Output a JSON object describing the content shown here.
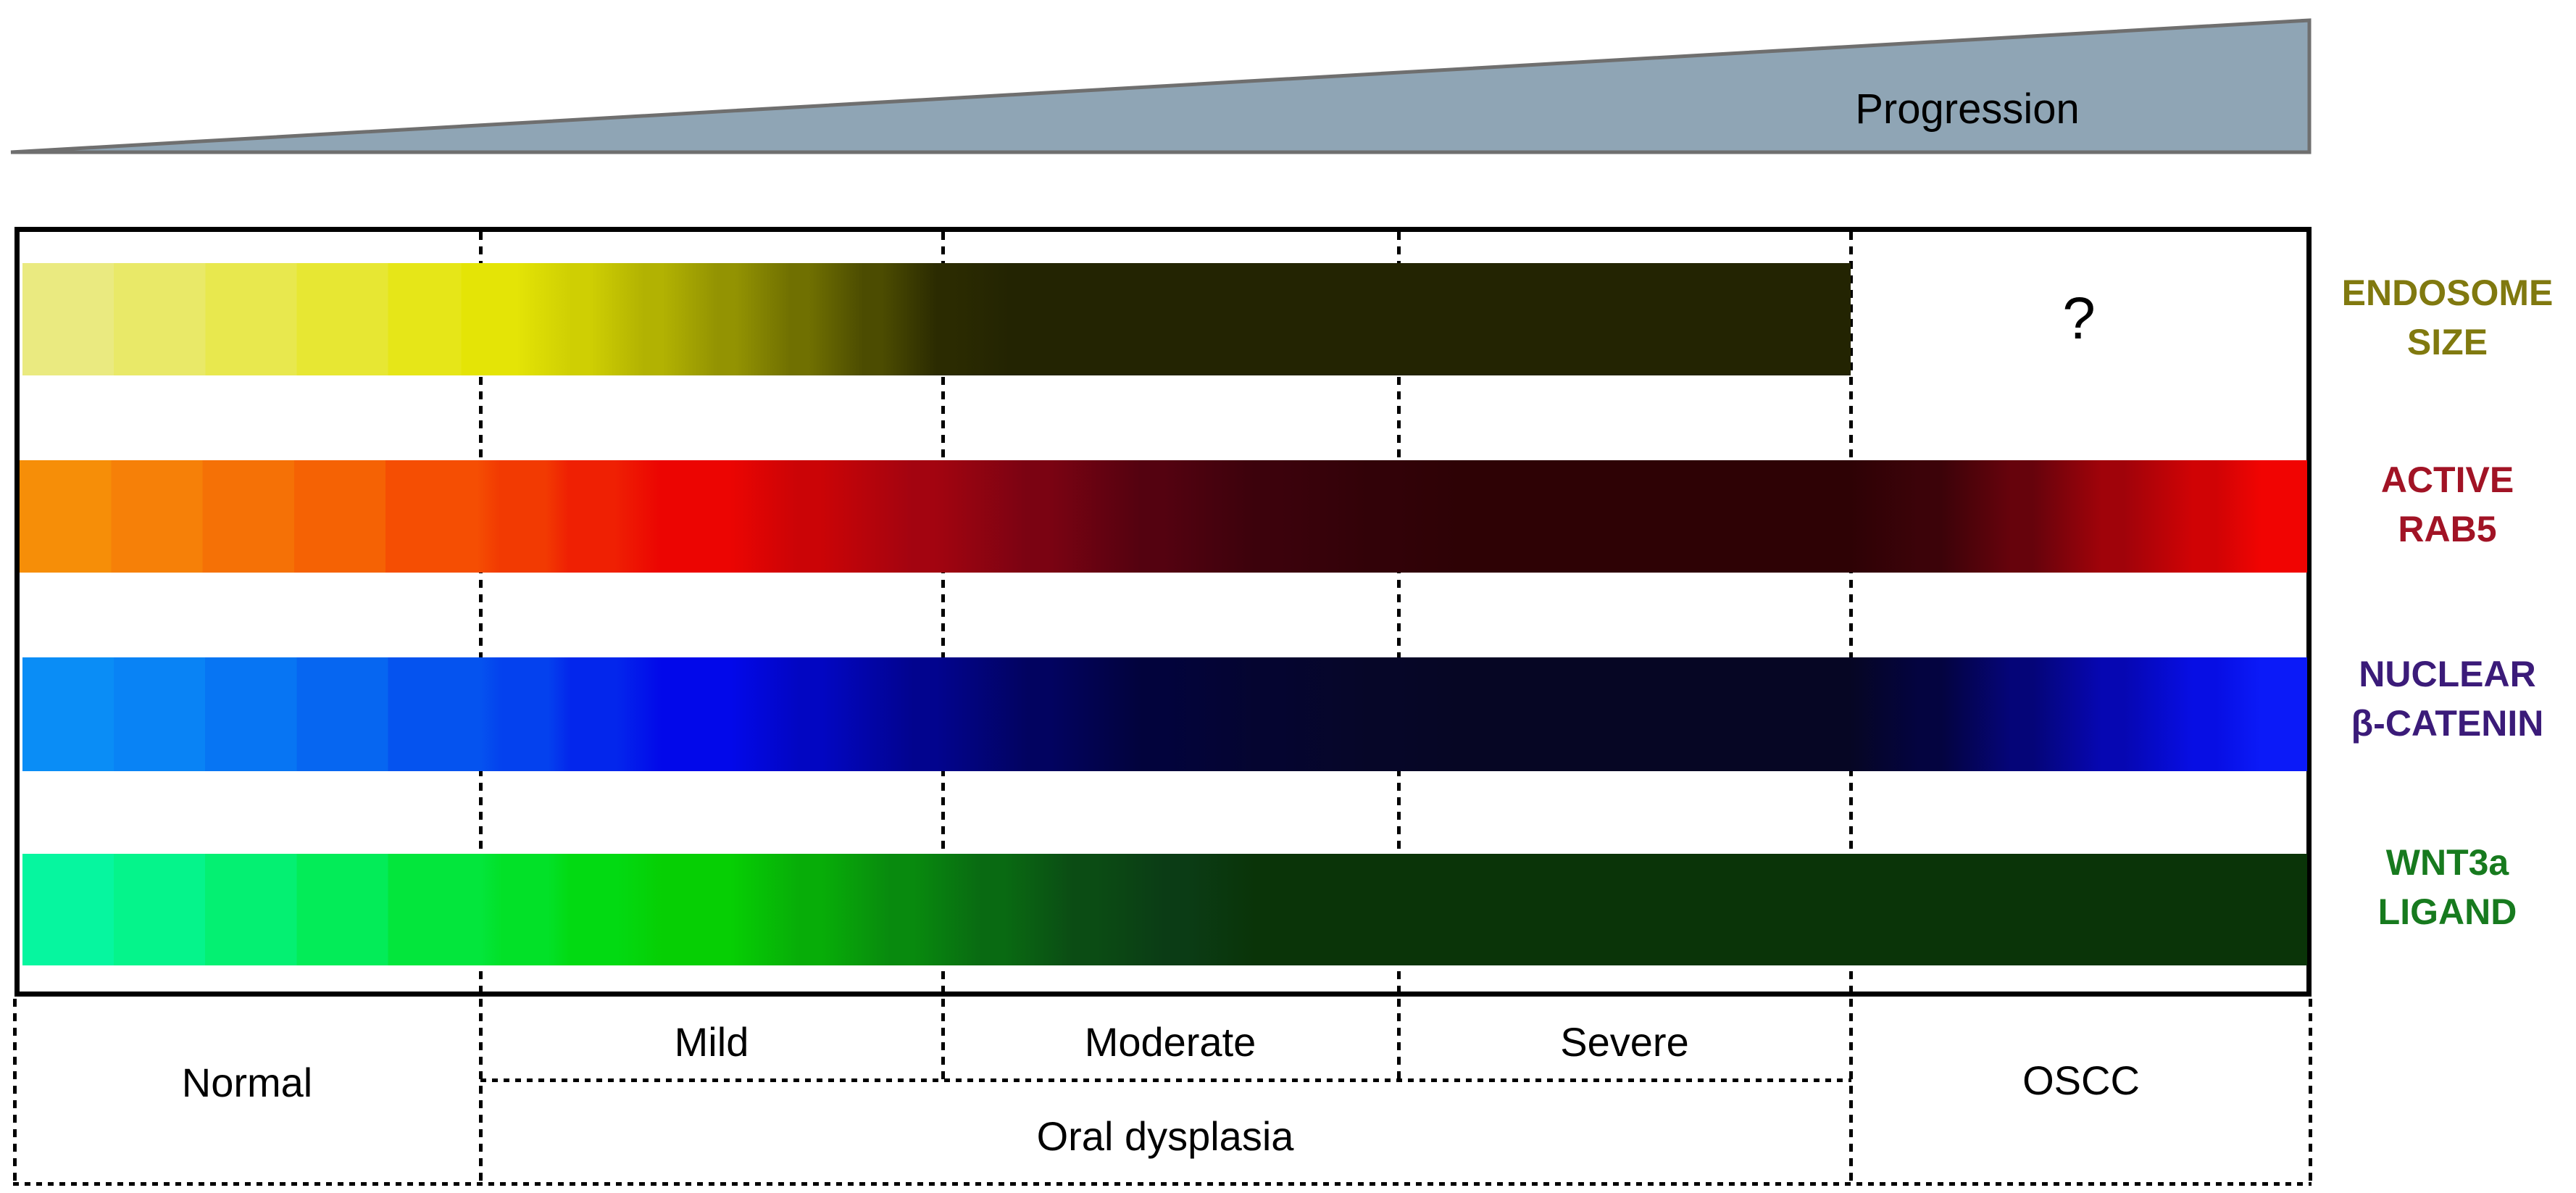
{
  "figure": {
    "progression_label": "Progression",
    "question_mark": "?",
    "triangle": {
      "fill": "#8fa5b5",
      "stroke": "#6f6f6f"
    }
  },
  "rows": [
    {
      "name": "endosome-size",
      "line1": "ENDOSOME",
      "line2": "SIZE",
      "color": "#80790f"
    },
    {
      "name": "active-rab5",
      "line1": "ACTIVE",
      "line2": "RAB5",
      "color": "#a11325"
    },
    {
      "name": "nuclear-b-catenin",
      "line1": "NUCLEAR",
      "line2": "β-CATENIN",
      "color": "#3b1b79"
    },
    {
      "name": "wnt3a-ligand",
      "line1": "WNT3a",
      "line2": "LIGAND",
      "color": "#177a1e"
    }
  ],
  "bars": {
    "yellow": {
      "stops": [
        [
          "#eaea80",
          0,
          5
        ],
        [
          "#e9e968",
          5,
          10
        ],
        [
          "#e8e84e",
          10,
          15
        ],
        [
          "#e7e733",
          15,
          20
        ],
        [
          "#e6e618",
          20,
          24
        ],
        [
          "#e4e406",
          24,
          27
        ],
        [
          "#cfcf03",
          30,
          31
        ],
        [
          "#b2b202",
          34,
          35
        ],
        [
          "#939302",
          38,
          39
        ],
        [
          "#707001",
          42,
          43
        ],
        [
          "#4c4c01",
          46,
          47
        ],
        [
          "#2b2b01",
          50,
          51
        ],
        [
          "#232402",
          54,
          100
        ]
      ]
    },
    "red": {
      "stops": [
        [
          "#f68e08",
          0,
          4
        ],
        [
          "#f68008",
          4,
          8
        ],
        [
          "#f57106",
          8,
          12
        ],
        [
          "#f56204",
          12,
          16
        ],
        [
          "#f54e03",
          16,
          20
        ],
        [
          "#f23a02",
          21,
          23
        ],
        [
          "#ef2003",
          24,
          26
        ],
        [
          "#ec0502",
          28,
          31
        ],
        [
          "#cb0406",
          34,
          35
        ],
        [
          "#a30410",
          39,
          40
        ],
        [
          "#7b0312",
          44,
          45
        ],
        [
          "#540210",
          49,
          50
        ],
        [
          "#3c020c",
          54,
          55
        ],
        [
          "#320208",
          59,
          60
        ],
        [
          "#2e0205",
          63,
          80
        ],
        [
          "#3c0309",
          83,
          84
        ],
        [
          "#66030c",
          87,
          88
        ],
        [
          "#a0030a",
          91,
          92
        ],
        [
          "#d00305",
          95,
          96
        ],
        [
          "#f10402",
          98,
          100
        ]
      ]
    },
    "blue": {
      "stops": [
        [
          "#0a8df6",
          0,
          4
        ],
        [
          "#0983f5",
          4,
          8
        ],
        [
          "#0775f3",
          8,
          12
        ],
        [
          "#0666f1",
          12,
          16
        ],
        [
          "#0553ef",
          16,
          20
        ],
        [
          "#0441ee",
          21,
          23
        ],
        [
          "#0326ec",
          24,
          26
        ],
        [
          "#0208ea",
          28,
          31
        ],
        [
          "#0206c2",
          34,
          35
        ],
        [
          "#02048e",
          39,
          40
        ],
        [
          "#020360",
          44,
          45
        ],
        [
          "#02033c",
          49,
          50
        ],
        [
          "#050530",
          54,
          55
        ],
        [
          "#060628",
          59,
          60
        ],
        [
          "#060624",
          63,
          80
        ],
        [
          "#040440",
          83,
          84
        ],
        [
          "#050578",
          87,
          88
        ],
        [
          "#0607b2",
          91,
          92
        ],
        [
          "#070ee4",
          95,
          96
        ],
        [
          "#0b1af8",
          98,
          100
        ]
      ]
    },
    "green": {
      "stops": [
        [
          "#06f69f",
          0,
          4
        ],
        [
          "#05f48b",
          4,
          8
        ],
        [
          "#04f072",
          8,
          12
        ],
        [
          "#03ec58",
          12,
          16
        ],
        [
          "#03e63c",
          16,
          20
        ],
        [
          "#02e128",
          21,
          23
        ],
        [
          "#02da12",
          24,
          26
        ],
        [
          "#06cf04",
          28,
          31
        ],
        [
          "#07ad08",
          34,
          35
        ],
        [
          "#088a0e",
          38,
          39
        ],
        [
          "#096a12",
          42,
          43
        ],
        [
          "#0b4c14",
          46,
          47
        ],
        [
          "#0b3c15",
          50,
          51
        ],
        [
          "#0a3408",
          54,
          100
        ]
      ]
    }
  },
  "stages": {
    "normal": "Normal",
    "mild": "Mild",
    "moderate": "Moderate",
    "severe": "Severe",
    "oscc": "OSCC",
    "oral_dysplasia": "Oral dysplasia"
  }
}
